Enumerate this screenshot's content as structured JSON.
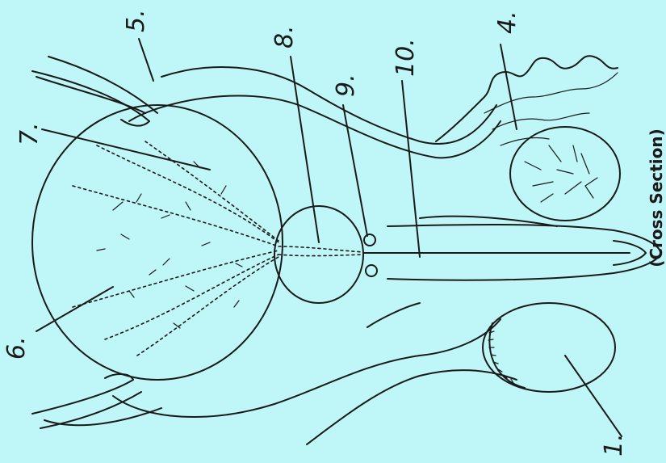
{
  "caption": "(Cross Section)",
  "labels": {
    "l1": "1.",
    "l4": "4.",
    "l5": "5.",
    "l6": "6.",
    "l7": "7.",
    "l8": "8.",
    "l9": "9.",
    "l10": "10."
  }
}
